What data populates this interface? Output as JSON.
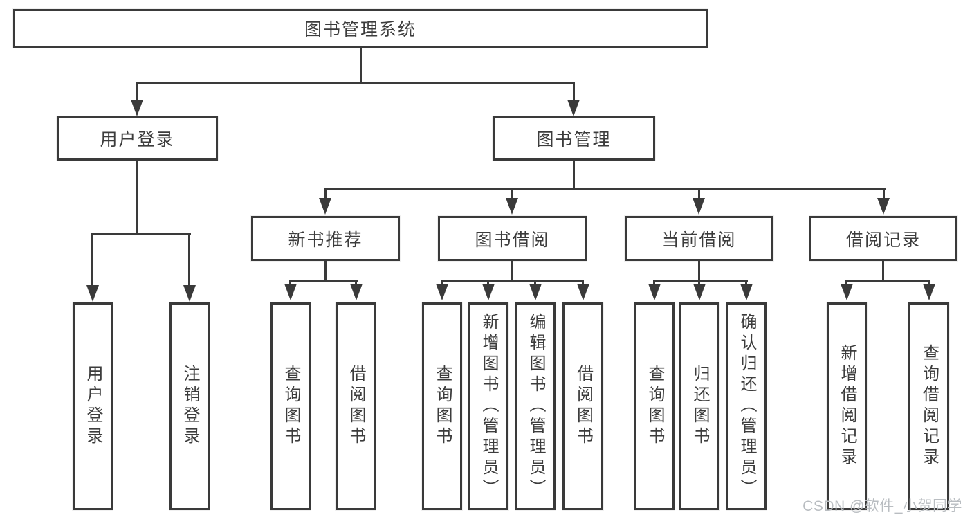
{
  "diagram": {
    "title": "图书管理系统",
    "level2": [
      {
        "label": "用户登录"
      },
      {
        "label": "图书管理"
      }
    ],
    "level3": [
      {
        "label": "新书推荐",
        "parent": "图书管理"
      },
      {
        "label": "图书借阅",
        "parent": "图书管理"
      },
      {
        "label": "当前借阅",
        "parent": "图书管理"
      },
      {
        "label": "借阅记录",
        "parent": "图书管理"
      }
    ],
    "leaves": [
      {
        "label": "用户登录",
        "parent": "用户登录"
      },
      {
        "label": "注销登录",
        "parent": "用户登录"
      },
      {
        "label": "查询图书",
        "parent": "新书推荐"
      },
      {
        "label": "借阅图书",
        "parent": "新书推荐"
      },
      {
        "label": "查询图书",
        "parent": "图书借阅"
      },
      {
        "label": "新增图书（管理员）",
        "parent": "图书借阅"
      },
      {
        "label": "编辑图书（管理员）",
        "parent": "图书借阅"
      },
      {
        "label": "借阅图书",
        "parent": "图书借阅"
      },
      {
        "label": "查询图书",
        "parent": "当前借阅"
      },
      {
        "label": "归还图书",
        "parent": "当前借阅"
      },
      {
        "label": "确认归还（管理员）",
        "parent": "当前借阅"
      },
      {
        "label": "新增借阅记录",
        "parent": "借阅记录"
      },
      {
        "label": "查询借阅记录",
        "parent": "借阅记录"
      }
    ]
  },
  "watermark": "CSDN @软件_小贺同学",
  "colors": {
    "line": "#3a3a3a",
    "text": "#3c3c3c",
    "background": "#ffffff",
    "watermark": "#b9bdc1"
  }
}
